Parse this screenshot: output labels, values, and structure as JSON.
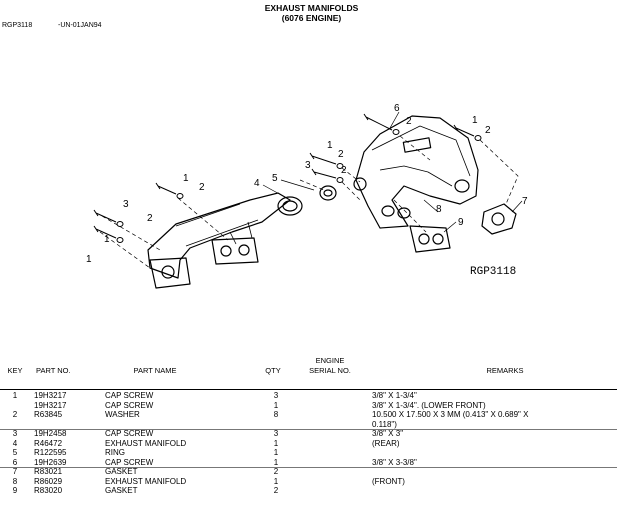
{
  "header": {
    "title": "EXHAUST MANIFOLDS",
    "subtitle": "(6076 ENGINE)",
    "figure_id": "RGP3118",
    "figure_date": "-UN-01JAN94"
  },
  "diagram": {
    "stamp": "RGP3118",
    "callouts": [
      "1",
      "2",
      "3",
      "4",
      "5",
      "6",
      "7",
      "8",
      "9"
    ]
  },
  "table": {
    "headers": {
      "key": "KEY",
      "part_no": "PART NO.",
      "part_name": "PART NAME",
      "qty": "QTY",
      "serial_line1": "ENGINE",
      "serial_line2": "SERIAL NO.",
      "remarks": "REMARKS"
    },
    "rows": [
      {
        "key": "1",
        "part_no": "19H3217",
        "part_name": "CAP SCREW",
        "qty": "3",
        "remarks": "3/8\" X 1-3/4\""
      },
      {
        "key": "",
        "part_no": "19H3217",
        "part_name": "CAP SCREW",
        "qty": "1",
        "remarks": "3/8\" X 1-3/4\". (LOWER FRONT)"
      },
      {
        "key": "2",
        "part_no": "R63845",
        "part_name": "WASHER",
        "qty": "8",
        "remarks": "10.500 X 17.500 X 3 MM (0.413\" X 0.689\" X"
      },
      {
        "key": "",
        "part_no": "",
        "part_name": "",
        "qty": "",
        "remarks": "  0.118\")"
      },
      {
        "key": "3",
        "part_no": "19H2458",
        "part_name": "CAP SCREW",
        "qty": "3",
        "remarks": "3/8\" X 3\""
      },
      {
        "key": "4",
        "part_no": "R46472",
        "part_name": "EXHAUST MANIFOLD",
        "qty": "1",
        "remarks": "(REAR)"
      },
      {
        "key": "5",
        "part_no": "R122595",
        "part_name": "RING",
        "qty": "1",
        "remarks": ""
      },
      {
        "key": "6",
        "part_no": "19H2639",
        "part_name": "CAP SCREW",
        "qty": "1",
        "remarks": "3/8\" X 3-3/8\""
      },
      {
        "key": "7",
        "part_no": "R83021",
        "part_name": "GASKET",
        "qty": "2",
        "remarks": ""
      },
      {
        "key": "8",
        "part_no": "R86029",
        "part_name": "EXHAUST MANIFOLD",
        "qty": "1",
        "remarks": "(FRONT)"
      },
      {
        "key": "9",
        "part_no": "R83020",
        "part_name": "GASKET",
        "qty": "2",
        "remarks": ""
      }
    ]
  }
}
